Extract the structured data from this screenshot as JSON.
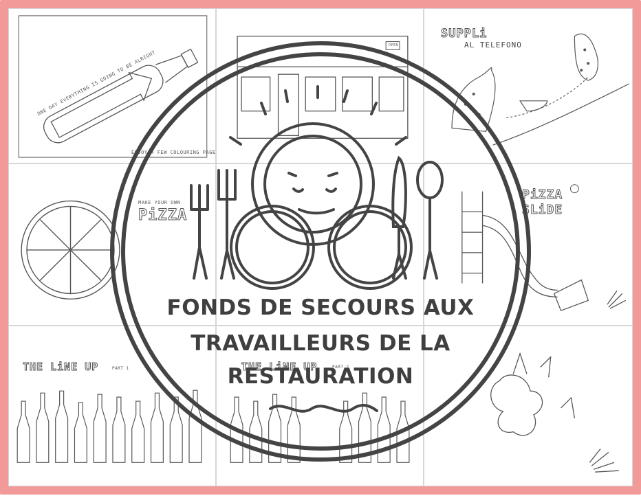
{
  "colors": {
    "frame": "#f29a9a",
    "seal": "#3f3f3f",
    "line": "#555555"
  },
  "panels": {
    "bottle": {
      "message": "ONE DAY EVERYTHING IS GOING TO BE ALRIGHT",
      "caption": "ENJOY A FEW COLOURING PAGES"
    },
    "shop": {
      "sign": "OPEN"
    },
    "suppli": {
      "title_1": "SUPPLi",
      "title_2": "AL TELEFONO"
    },
    "pizza": {
      "title_small": "MAKE YOUR OWN",
      "title_big": "PiZZA"
    },
    "slide": {
      "title_1": "PiZZA",
      "title_2": "SLiDE"
    },
    "lineup1": {
      "title": "THE LiNE UP",
      "part": "PART 1"
    },
    "lineup2": {
      "title": "THE LiNE UP",
      "part": "PART 2"
    }
  },
  "seal": {
    "line_1": "FONDS DE SECOURS AUX",
    "line_2": "TRAVAILLEURS DE LA",
    "line_3": "RESTAURATION"
  }
}
